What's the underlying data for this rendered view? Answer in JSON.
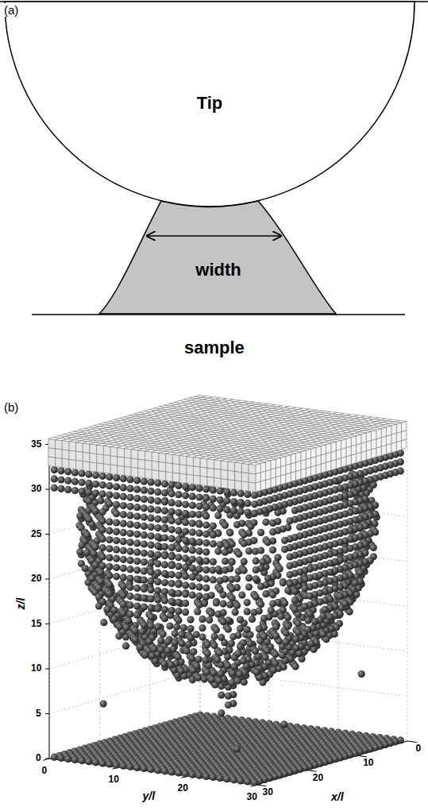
{
  "diagram": {
    "nodes": [
      {
        "text": [
          "Tip"
        ]
      },
      {
        "text": [
          "width"
        ]
      }
    ],
    "labels": [
      "(a)",
      "sample",
      "(b)",
      "35",
      "30",
      "25",
      "20",
      "15",
      "10",
      "5",
      "0",
      "z/l",
      "0",
      "10",
      "20",
      "30",
      "y/l",
      "0",
      "10",
      "20",
      "30",
      "x/l"
    ]
  }
}
